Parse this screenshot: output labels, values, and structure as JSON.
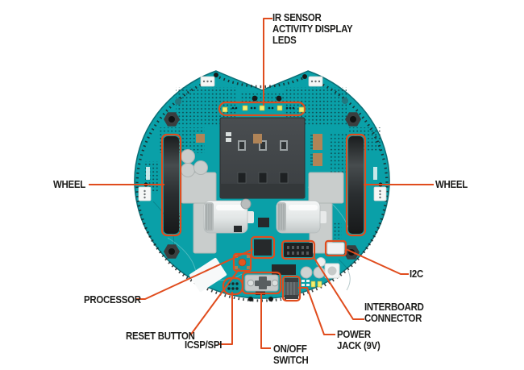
{
  "labels": {
    "ir_sensor_leds": "IR SENSOR\nACTIVITY DISPLAY\nLEDS",
    "wheel_left": "WHEEL",
    "wheel_right": "WHEEL",
    "processor": "PROCESSOR",
    "reset_button": "RESET BUTTON",
    "icsp_spi": "ICSP/SPI",
    "on_off_switch": "ON/OFF\nSWITCH",
    "power_jack": "POWER\nJACK (9V)",
    "interboard_connector": "INTERBOARD\nCONNECTOR",
    "i2c": "I2C"
  },
  "colors": {
    "background": "#FFFFFF",
    "ink": "#1D1D1B",
    "accent": "#E04C1D",
    "board": "#0AA0A8",
    "board_edge": "#0B6E75",
    "wheel_dark": "#232627",
    "battery_dark": "#43474A",
    "metal_light": "#C9CDCC",
    "connector_white": "#F5F7F6",
    "led_yellow": "#F2EF6D",
    "tan": "#B08457"
  }
}
